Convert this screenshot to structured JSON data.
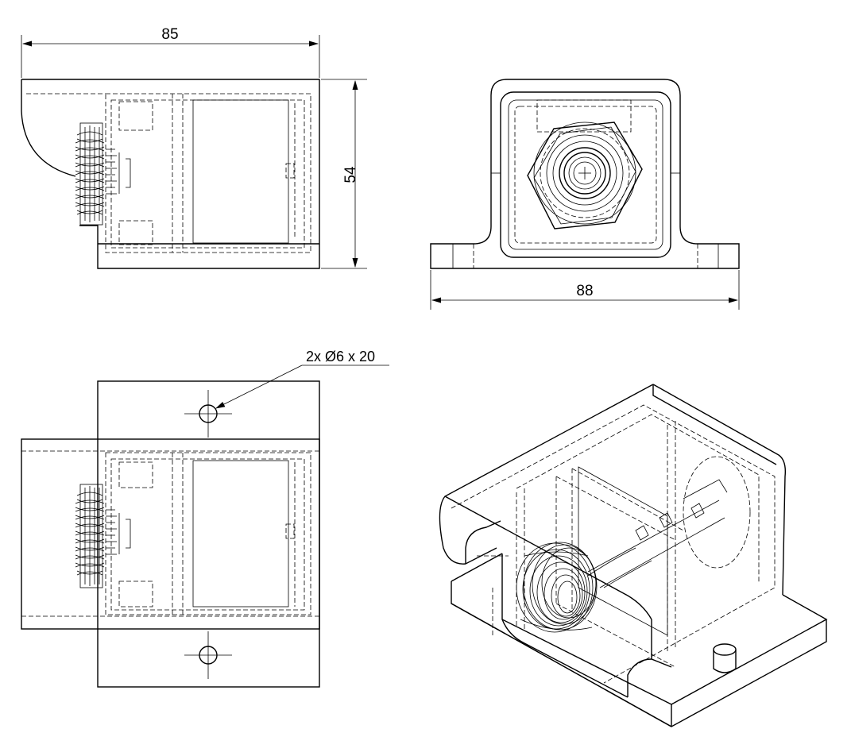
{
  "dimensions": {
    "front_width": "85",
    "front_height": "54",
    "side_width": "88"
  },
  "callouts": {
    "hole_note": "2x Ø6 x 20"
  },
  "views": [
    "front-view",
    "side-view",
    "top-view",
    "isometric-view"
  ],
  "colors": {
    "line": "#000000",
    "background": "#ffffff"
  }
}
